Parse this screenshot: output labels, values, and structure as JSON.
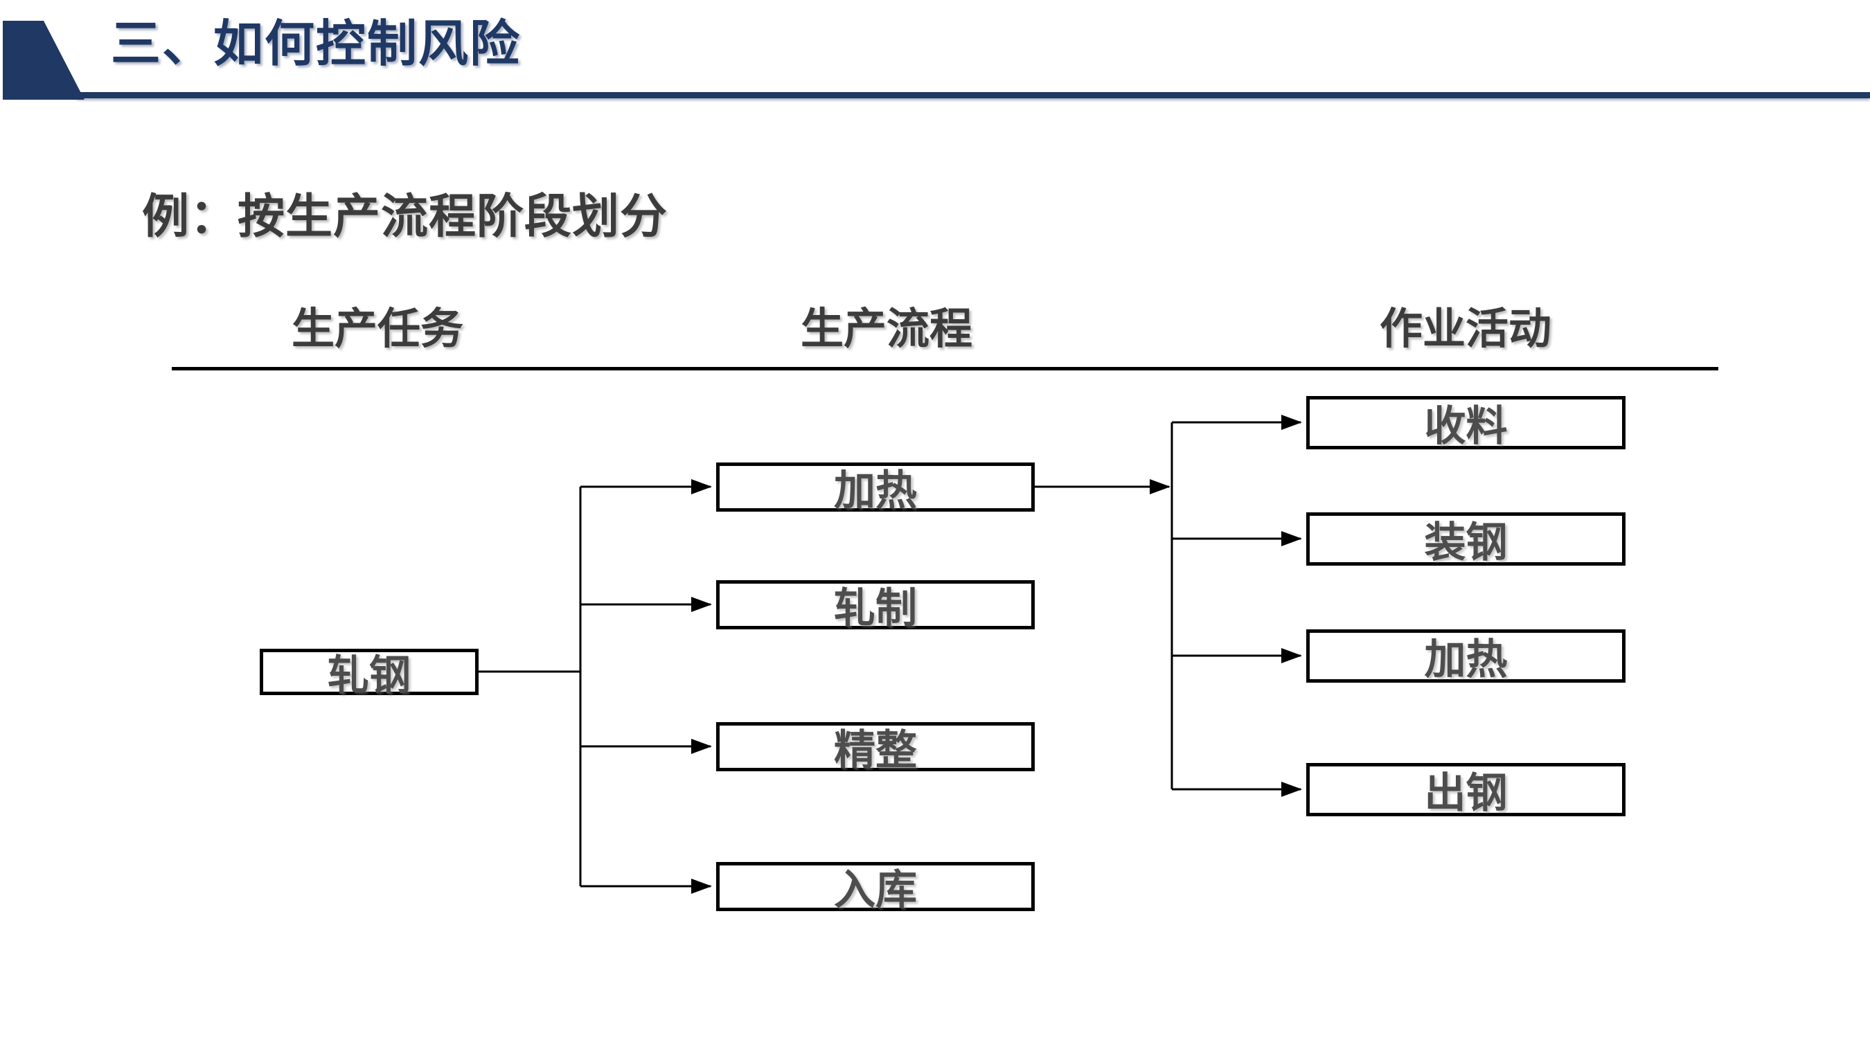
{
  "header": {
    "title": "三、如何控制风险"
  },
  "section": {
    "title": "例：按生产流程阶段划分"
  },
  "diagram": {
    "column_headers": [
      "生产任务",
      "生产流程",
      "作业活动"
    ],
    "task_node": {
      "label": "轧钢"
    },
    "process_nodes": [
      {
        "label": "加热"
      },
      {
        "label": "轧制"
      },
      {
        "label": "精整"
      },
      {
        "label": "入库"
      }
    ],
    "activity_nodes": [
      {
        "label": "收料"
      },
      {
        "label": "装钢"
      },
      {
        "label": "加热"
      },
      {
        "label": "出钢"
      }
    ],
    "colors": {
      "accent_navy": "#1F3864",
      "box_border": "#000000",
      "box_text": "#4D4D4D",
      "heading_text": "#3C3C3C",
      "connector": "#000000"
    }
  }
}
